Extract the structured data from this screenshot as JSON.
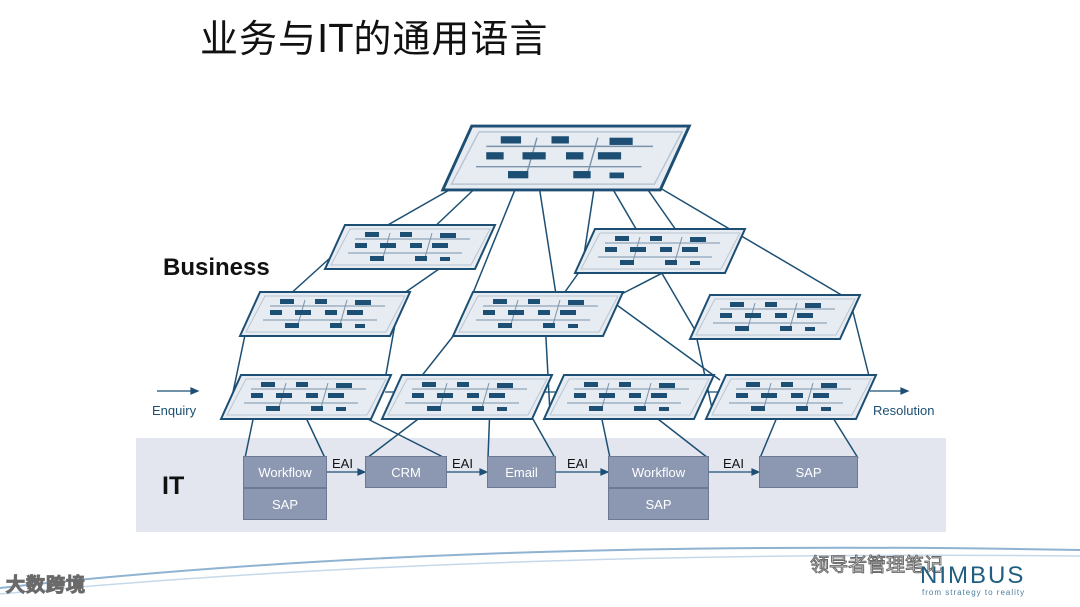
{
  "title": "业务与IT的通用语言",
  "labels": {
    "business": "Business",
    "it": "IT",
    "enquiry": "Enquiry",
    "resolution": "Resolution"
  },
  "it_boxes": [
    {
      "top": "Workflow",
      "bottom": "SAP"
    },
    {
      "top": "CRM"
    },
    {
      "top": "Email"
    },
    {
      "top": "Workflow",
      "bottom": "SAP"
    },
    {
      "top": "SAP"
    }
  ],
  "eai_labels": [
    "EAI",
    "EAI",
    "EAI",
    "EAI"
  ],
  "watermark": {
    "left": "大数跨境",
    "right": "领导者管理笔记"
  },
  "logo": {
    "name": "NIMBUS",
    "tagline": "from strategy to reality"
  },
  "colors": {
    "accent": "#1c4f73",
    "plate_fill": "#e7ecf2",
    "it_band": "#e3e6ef",
    "it_box": "#8c98b2"
  }
}
